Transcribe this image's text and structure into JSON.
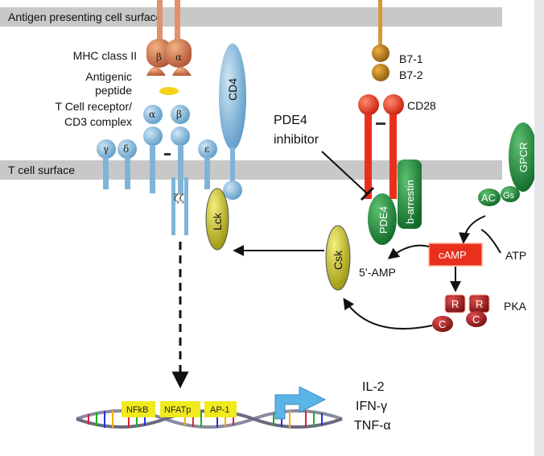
{
  "membranes": {
    "apc": "Antigen presenting cell surface",
    "tcell": "T cell surface"
  },
  "apc_side": {
    "mhc": "MHC class II",
    "mhc_beta": "β",
    "mhc_alpha": "α",
    "peptide_line1": "Antigenic",
    "peptide_line2": "peptide",
    "tcr_line1": "T Cell receptor/",
    "tcr_line2": "CD3 complex",
    "tcr_alpha": "α",
    "tcr_beta": "β",
    "cd3_gamma": "γ",
    "cd3_delta": "δ",
    "cd3_epsilon": "ε",
    "zeta": "ζζ",
    "cd4": "CD4",
    "b71": "B7-1",
    "b72": "B7-2",
    "cd28": "CD28"
  },
  "signaling": {
    "inhibitor_line1": "PDE4",
    "inhibitor_line2": "inhibitor",
    "pde4": "PDE4",
    "barrestin": "b-arrestin",
    "gpcr": "GPCR",
    "ac": "AC",
    "gs": "Gs",
    "camp": "cAMP",
    "atp": "ATP",
    "amp": "5’-AMP",
    "pka": "PKA",
    "r1": "R",
    "r2": "R",
    "c1": "C",
    "c2": "C",
    "csk": "Csk",
    "lck": "Lck"
  },
  "nucleus": {
    "nfkb": "NFkB",
    "nfat": "NFATp",
    "ap1": "AP-1",
    "gene1": "IL-2",
    "gene2": "IFN-γ",
    "gene3": "TNF-α"
  },
  "colors": {
    "membrane": "#c8c8c8",
    "receptor_blue": "#7fb4d8",
    "mhc_orange": "#d4785a",
    "cd28_red": "#e8301c",
    "pde4_green": "#1f8a3c",
    "camp_red": "#e8301c",
    "pka_red": "#b41e1e",
    "kinase_yellow": "#d8d21e",
    "tf_yellow": "#f0ea1e",
    "arrow_blue": "#5ab4e6"
  }
}
